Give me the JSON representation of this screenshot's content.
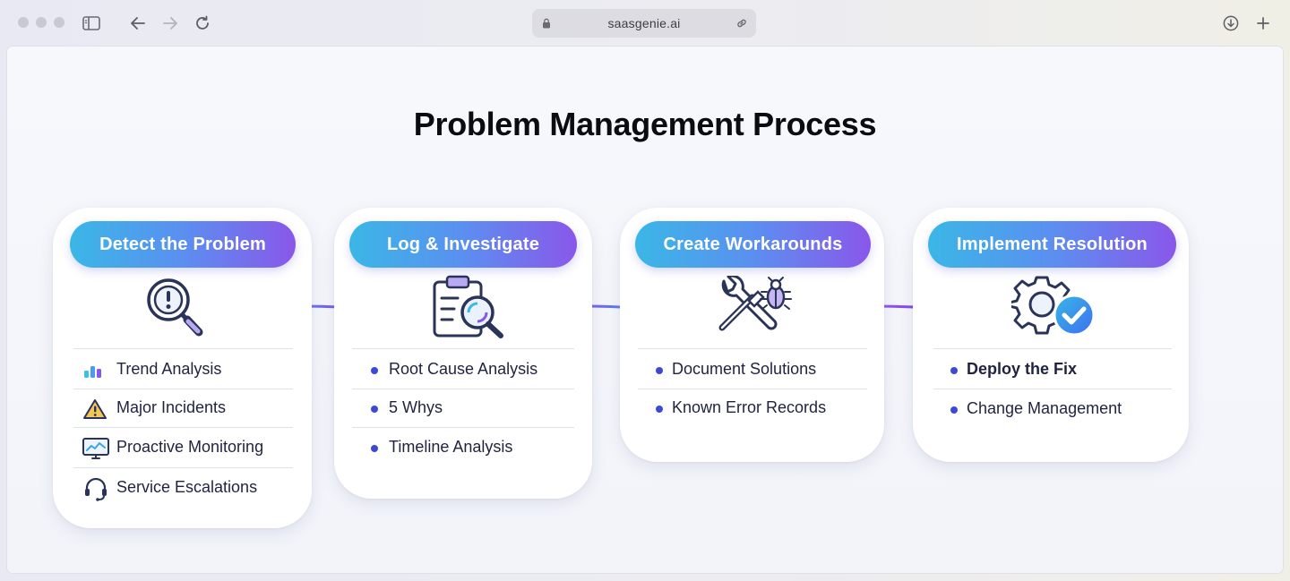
{
  "browser": {
    "url": "saasgenie.ai"
  },
  "page": {
    "title": "Problem Management Process"
  },
  "stages": [
    {
      "title": "Detect the Problem",
      "icon": "magnifier-alert-icon",
      "items": [
        {
          "label": "Trend Analysis",
          "icon": "bar-chart-icon"
        },
        {
          "label": "Major Incidents",
          "icon": "warning-icon"
        },
        {
          "label": "Proactive Monitoring",
          "icon": "monitor-icon"
        },
        {
          "label": "Service Escalations",
          "icon": "headset-icon"
        }
      ]
    },
    {
      "title": "Log & Investigate",
      "icon": "clipboard-search-icon",
      "items": [
        {
          "label": "Root Cause Analysis"
        },
        {
          "label": "5 Whys"
        },
        {
          "label": "Timeline Analysis"
        }
      ]
    },
    {
      "title": "Create Workarounds",
      "icon": "tools-bug-icon",
      "items": [
        {
          "label": "Document Solutions"
        },
        {
          "label": "Known Error Records"
        }
      ]
    },
    {
      "title": "Implement Resolution",
      "icon": "gear-check-icon",
      "items": [
        {
          "label": "Deploy the Fix"
        },
        {
          "label": "Change Management"
        }
      ]
    }
  ],
  "colors": {
    "pill_start": "#3ab7e6",
    "pill_end": "#8a57ea",
    "bullet": "#3d49d6",
    "arrow": "#7b4cf0"
  }
}
